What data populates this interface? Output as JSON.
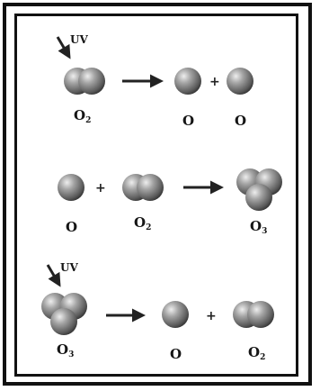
{
  "rows": [
    {
      "uv_label": "UV",
      "reactant_label": {
        "base": "O",
        "sub": "2"
      },
      "plus": "+",
      "products": [
        {
          "base": "O",
          "sub": ""
        },
        {
          "base": "O",
          "sub": ""
        }
      ]
    },
    {
      "reactants": [
        {
          "base": "O",
          "sub": ""
        },
        {
          "base": "O",
          "sub": "2"
        }
      ],
      "plus": "+",
      "product": {
        "base": "O",
        "sub": "3"
      }
    },
    {
      "uv_label": "UV",
      "reactant_label": {
        "base": "O",
        "sub": "3"
      },
      "plus": "+",
      "products": [
        {
          "base": "O",
          "sub": ""
        },
        {
          "base": "O",
          "sub": "2"
        }
      ]
    }
  ],
  "colors": {
    "atom": "#7a7a7a",
    "frame": "#111111"
  }
}
